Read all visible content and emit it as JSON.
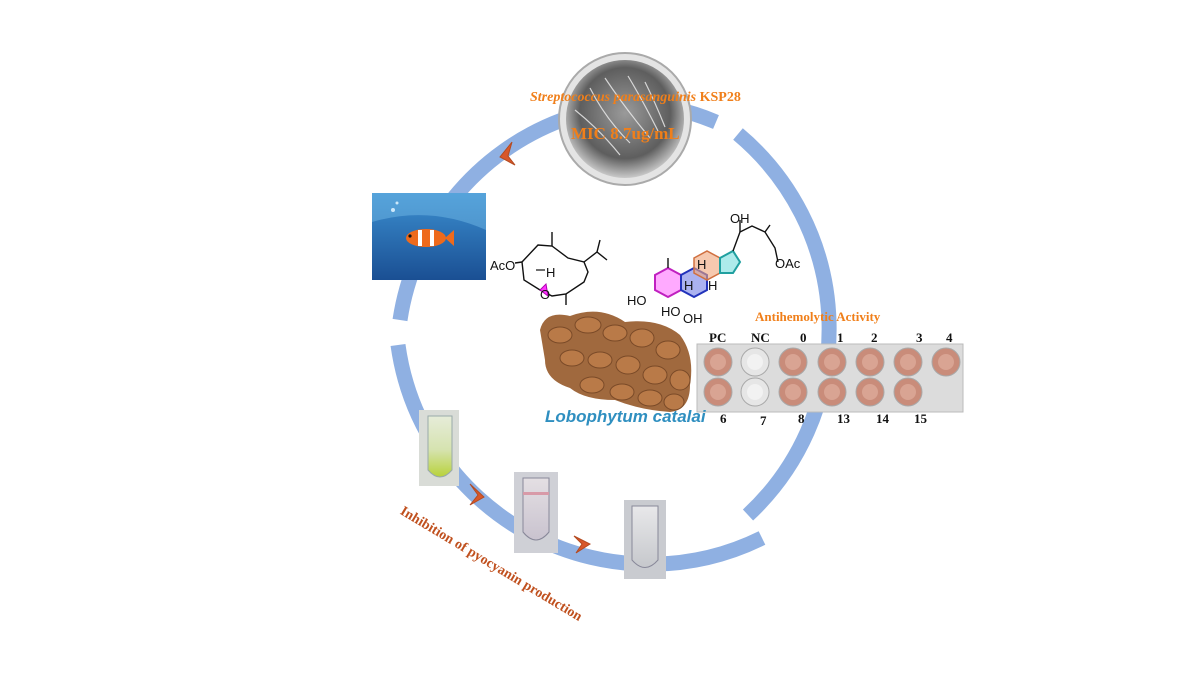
{
  "title_species_italic": "Streptococcus parasanguinis",
  "title_strain": "KSP28",
  "mic_label": "MIC 8.7ug/mL",
  "coral_species": "Lobophytum catalai",
  "antihemolytic_title": "Antihemolytic  Activity",
  "pyocyanin_label": "Inhibition   of  pyocyanin  production",
  "well_labels_top": [
    "PC",
    "NC",
    "0",
    "1",
    "2",
    "3",
    "4"
  ],
  "well_labels_bottom": [
    "6",
    "7",
    "8",
    "13",
    "14",
    "15"
  ],
  "compound1_labels": {
    "oac": "AcO",
    "h": "H",
    "o": "O"
  },
  "compound2_labels": {
    "oh_top": "OH",
    "oac": "OAc",
    "ho_left": "HO",
    "ho_mid": "HO",
    "oh_bottom": "OH",
    "h1": "H",
    "h2": "H",
    "h3": "H"
  },
  "colors": {
    "ring": "#8fb0e2",
    "arrow": "#d8572a",
    "accent_text": "#f07f1a",
    "species_text": "#2f8fc0",
    "pyo_text": "#c0501e"
  }
}
